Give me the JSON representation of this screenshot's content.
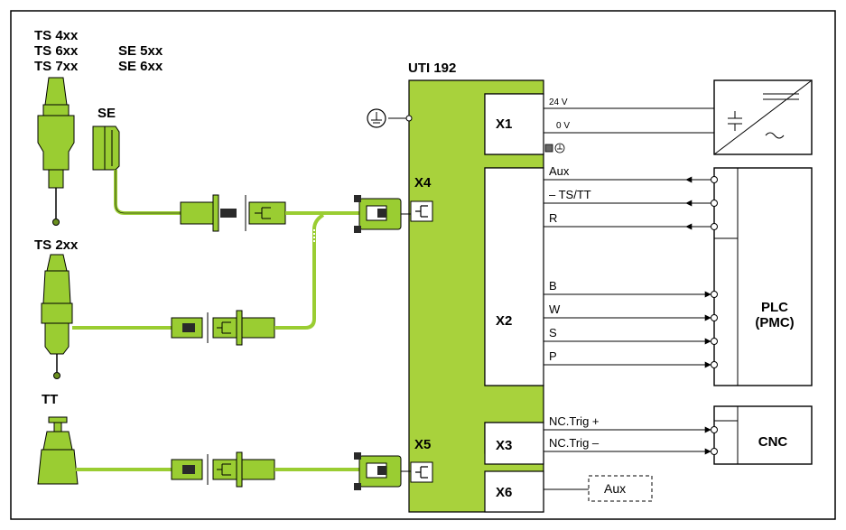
{
  "probe_labels": {
    "ts4": "TS 4xx",
    "ts6": "TS 6xx",
    "ts7": "TS 7xx",
    "se5": "SE 5xx",
    "se6": "SE 6xx",
    "se": "SE",
    "ts2": "TS 2xx",
    "tt": "TT"
  },
  "unit": {
    "title": "UTI 192",
    "connectors": {
      "x1": "X1",
      "x2": "X2",
      "x3": "X3",
      "x4": "X4",
      "x5": "X5",
      "x6": "X6"
    }
  },
  "signals": {
    "v24": "24 V",
    "v0": "0 V",
    "aux": "Aux",
    "ts_tt": "– TS/TT",
    "r": "R",
    "b": "B",
    "w": "W",
    "s": "S",
    "p": "P",
    "nc_trig_plus": "NC.Trig +",
    "nc_trig_minus": "NC.Trig –",
    "aux_box": "Aux"
  },
  "targets": {
    "plc_line1": "PLC",
    "plc_line2": "(PMC)",
    "cnc": "CNC"
  },
  "colors": {
    "unit_green": "#a8d23c",
    "cable_green": "#9acd32",
    "connector_dark": "#2a2a2a",
    "line": "#000000"
  }
}
